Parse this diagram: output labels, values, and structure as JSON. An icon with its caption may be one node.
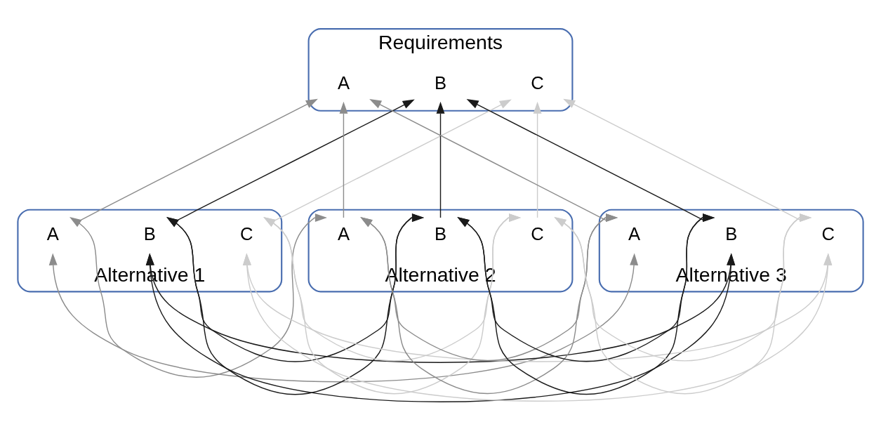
{
  "diagram": {
    "nodes": [
      {
        "text": [
          "Requirements"
        ]
      },
      {
        "text": [
          "A"
        ],
        "in": 0
      },
      {
        "text": [
          "B"
        ],
        "in": 0
      },
      {
        "text": [
          "C"
        ],
        "in": 0
      },
      {
        "text": [
          "Alternative 1"
        ]
      },
      {
        "text": [
          "A"
        ],
        "in": 4
      },
      {
        "text": [
          "B"
        ],
        "in": 4
      },
      {
        "text": [
          "C"
        ],
        "in": 4
      },
      {
        "text": [
          "Alternative 2"
        ]
      },
      {
        "text": [
          "A"
        ],
        "in": 8
      },
      {
        "text": [
          "B"
        ],
        "in": 8
      },
      {
        "text": [
          "C"
        ],
        "in": 8
      },
      {
        "text": [
          "Alternative 3"
        ]
      },
      {
        "text": [
          "A"
        ],
        "in": 12
      },
      {
        "text": [
          "B"
        ],
        "in": 12
      },
      {
        "text": [
          "C"
        ],
        "in": 12
      }
    ],
    "edges": [
      {
        "from": 5,
        "to": 1,
        "arrow": "to",
        "color": "#8c8c8c"
      },
      {
        "from": 6,
        "to": 2,
        "arrow": "to",
        "color": "#1a1a1a"
      },
      {
        "from": 7,
        "to": 3,
        "arrow": "to",
        "color": "#cccccc"
      },
      {
        "from": 9,
        "to": 1,
        "arrow": "to",
        "color": "#8c8c8c"
      },
      {
        "from": 10,
        "to": 2,
        "arrow": "to",
        "color": "#1a1a1a"
      },
      {
        "from": 11,
        "to": 3,
        "arrow": "to",
        "color": "#cccccc"
      },
      {
        "from": 13,
        "to": 1,
        "arrow": "to",
        "color": "#8c8c8c"
      },
      {
        "from": 14,
        "to": 2,
        "arrow": "to",
        "color": "#1a1a1a"
      },
      {
        "from": 15,
        "to": 3,
        "arrow": "to",
        "color": "#cccccc"
      },
      {
        "from": 5,
        "to": 9,
        "arrow": "both",
        "color": "#8c8c8c"
      },
      {
        "from": 6,
        "to": 10,
        "arrow": "both",
        "color": "#1a1a1a"
      },
      {
        "from": 7,
        "to": 11,
        "arrow": "both",
        "color": "#cccccc"
      },
      {
        "from": 9,
        "to": 13,
        "arrow": "both",
        "color": "#8c8c8c"
      },
      {
        "from": 10,
        "to": 14,
        "arrow": "both",
        "color": "#1a1a1a"
      },
      {
        "from": 11,
        "to": 15,
        "arrow": "both",
        "color": "#cccccc"
      },
      {
        "from": 5,
        "to": 13,
        "arrow": "both",
        "color": "#8c8c8c"
      },
      {
        "from": 6,
        "to": 14,
        "arrow": "both",
        "color": "#1a1a1a"
      },
      {
        "from": 7,
        "to": 15,
        "arrow": "both",
        "color": "#cccccc"
      }
    ]
  }
}
